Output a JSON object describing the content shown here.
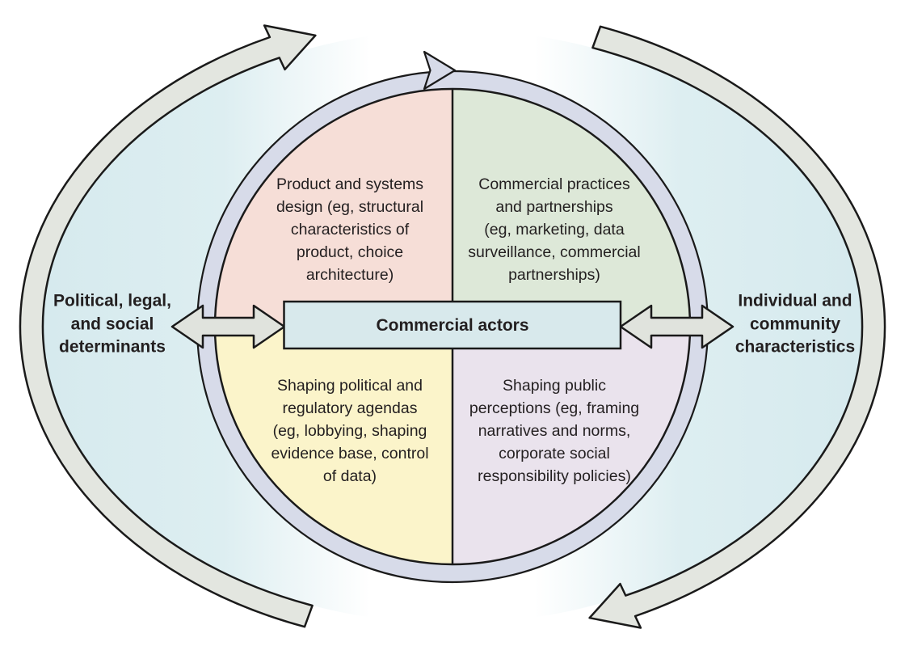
{
  "figure": {
    "center_label": "Commercial actors",
    "left_label": "Political, legal,\nand social\ndeterminants",
    "right_label": "Individual and\ncommunity\ncharacteristics",
    "quadrants": {
      "top_left": {
        "text": "Product and systems\ndesign (eg, structural\ncharacteristics of\nproduct, choice\narchitecture)",
        "color": "#f6ded7"
      },
      "top_right": {
        "text": "Commercial practices\nand partnerships\n(eg, marketing, data\nsurveillance, commercial\npartnerships)",
        "color": "#dde8d8"
      },
      "bottom_left": {
        "text": "Shaping political and\nregulatory agendas\n(eg, lobbying, shaping\nevidence base, control\nof data)",
        "color": "#fbf4ca"
      },
      "bottom_right": {
        "text": "Shaping public\nperceptions (eg, framing\nnarratives and norms,\ncorporate social\nresponsibility policies)",
        "color": "#eae3ed"
      }
    },
    "colors": {
      "outer_arrow": "#e3e6e0",
      "double_arrow": "#e0e3dd",
      "ring": "#d7dbe9",
      "banner_fill": "#d8e9ec",
      "crescent_blue": "#d6eaee",
      "crescent_mid": "#ddeef1",
      "outline": "#1a1a1a",
      "text": "#231f20"
    }
  }
}
